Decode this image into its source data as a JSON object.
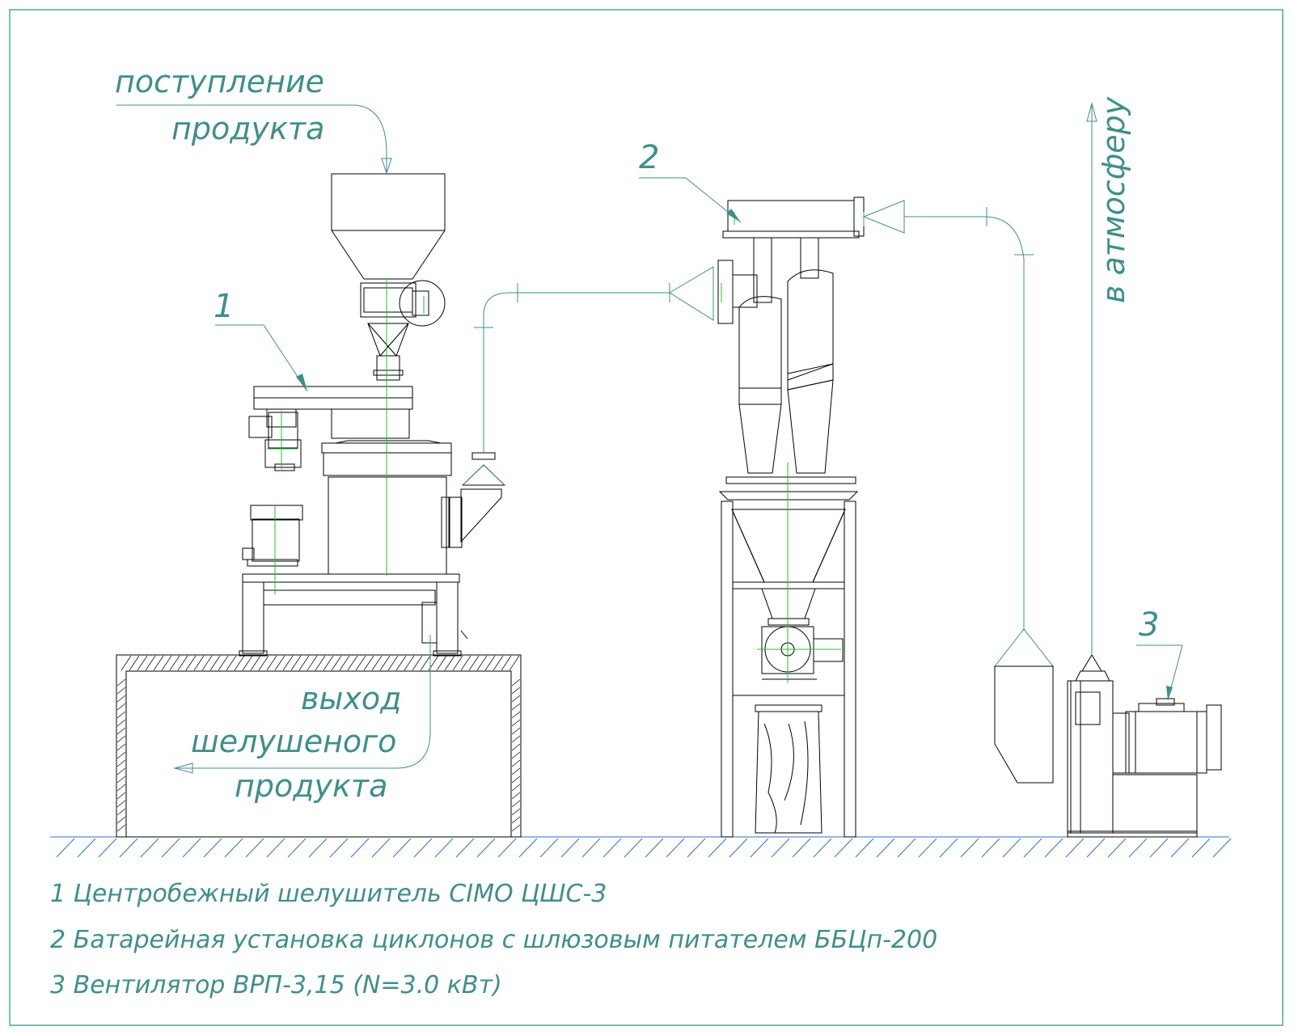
{
  "labels": {
    "input_line1": "поступление",
    "input_line2": "продукта",
    "output_line1": "выход",
    "output_line2": "шелушеного",
    "output_line3": "продукта",
    "exhaust": "в атмосферу",
    "callout_1": "1",
    "callout_2": "2",
    "callout_3": "3"
  },
  "legend": [
    "1 Центробежный шелушитель CIMO ЦШС-3",
    "2 Батарейная установка циклонов с шлюзовым питателем ББЦп-200",
    "3 Вентилятор ВРП-3,15 (N=3.0 кВт)"
  ],
  "colors": {
    "label_text": "#3e8f8a",
    "outline": "#000000",
    "axis_lines": "#1dc42a",
    "ground_hatch": "#2a72d8",
    "frame": "#4fa89a"
  }
}
